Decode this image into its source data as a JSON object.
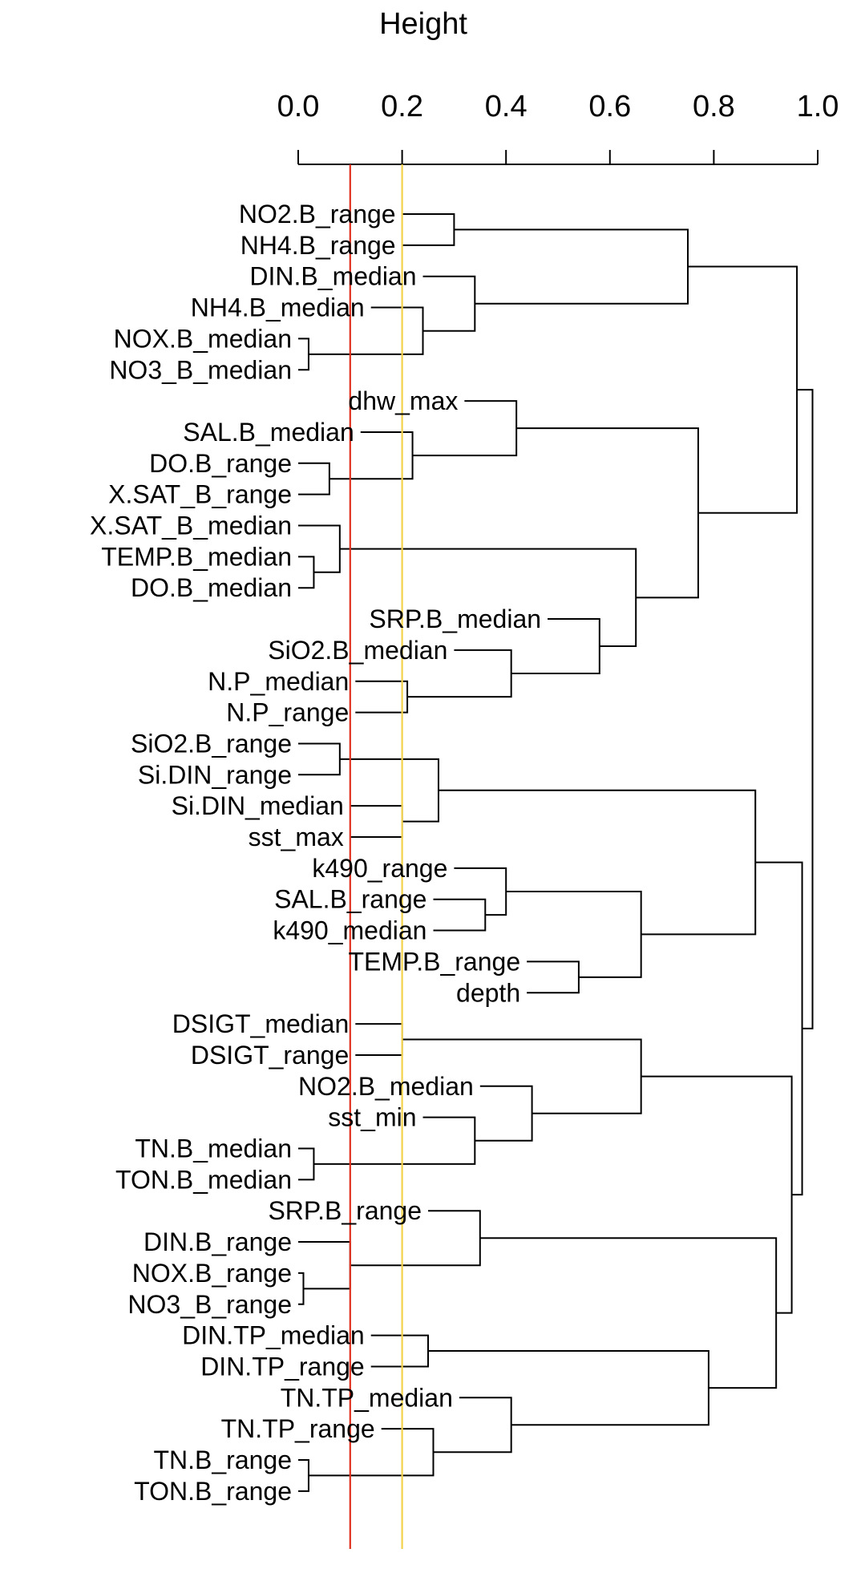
{
  "chart_data": {
    "type": "dendrogram",
    "title": "",
    "axis_label": "Height",
    "axis_position": "top",
    "xlim": [
      0,
      1
    ],
    "ticks": [
      "0.0",
      "0.2",
      "0.4",
      "0.6",
      "0.8",
      "1.0"
    ],
    "grid": false,
    "leaves": [
      "NO2.B_range",
      "NH4.B_range",
      "DIN.B_median",
      "NH4.B_median",
      "NOX.B_median",
      "NO3_B_median",
      "dhw_max",
      "SAL.B_median",
      "DO.B_range",
      "X.SAT_B_range",
      "X.SAT_B_median",
      "TEMP.B_median",
      "DO.B_median",
      "SRP.B_median",
      "SiO2.B_median",
      "N.P_median",
      "N.P_range",
      "SiO2.B_range",
      "Si.DIN_range",
      "Si.DIN_median",
      "sst_max",
      "k490_range",
      "SAL.B_range",
      "k490_median",
      "TEMP.B_range",
      "depth",
      "DSIGT_median",
      "DSIGT_range",
      "NO2.B_median",
      "sst_min",
      "TN.B_median",
      "TON.B_median",
      "SRP.B_range",
      "DIN.B_range",
      "NOX.B_range",
      "NO3_B_range",
      "DIN.TP_median",
      "DIN.TP_range",
      "TN.TP_median",
      "TN.TP_range",
      "TN.B_range",
      "TON.B_range"
    ],
    "leaf_start_heights": [
      0.2,
      0.2,
      0.24,
      0.14,
      0.0,
      0.0,
      0.32,
      0.12,
      0.0,
      0.0,
      0.0,
      0.0,
      0.0,
      0.48,
      0.3,
      0.11,
      0.11,
      0.0,
      0.0,
      0.1,
      0.1,
      0.3,
      0.26,
      0.26,
      0.44,
      0.44,
      0.11,
      0.11,
      0.35,
      0.24,
      0.0,
      0.0,
      0.25,
      0.0,
      0.0,
      0.0,
      0.14,
      0.14,
      0.31,
      0.16,
      0.0,
      0.0
    ],
    "merges": [
      {
        "left": "NOX.B_median",
        "right": "NO3_B_median",
        "height": 0.02
      },
      {
        "left": "NH4.B_median",
        "right": "m1",
        "height": 0.24
      },
      {
        "left": "DIN.B_median",
        "right": "m2",
        "height": 0.34
      },
      {
        "left": "NO2.B_range",
        "right": "NH4.B_range",
        "height": 0.3
      },
      {
        "left": "m4",
        "right": "m3",
        "height": 0.75
      },
      {
        "left": "DO.B_range",
        "right": "X.SAT_B_range",
        "height": 0.06
      },
      {
        "left": "SAL.B_median",
        "right": "m6",
        "height": 0.22
      },
      {
        "left": "dhw_max",
        "right": "m7",
        "height": 0.42
      },
      {
        "left": "TEMP.B_median",
        "right": "DO.B_median",
        "height": 0.03
      },
      {
        "left": "X.SAT_B_median",
        "right": "m9",
        "height": 0.08
      },
      {
        "left": "N.P_median",
        "right": "N.P_range",
        "height": 0.21
      },
      {
        "left": "SiO2.B_median",
        "right": "m11",
        "height": 0.41
      },
      {
        "left": "SRP.B_median",
        "right": "m12",
        "height": 0.58
      },
      {
        "left": "m10",
        "right": "m13",
        "height": 0.65
      },
      {
        "left": "m8",
        "right": "m14",
        "height": 0.77
      },
      {
        "left": "m5",
        "right": "m15",
        "height": 0.96
      },
      {
        "left": "SiO2.B_range",
        "right": "Si.DIN_range",
        "height": 0.08
      },
      {
        "left": "Si.DIN_median",
        "right": "sst_max",
        "height": 0.2
      },
      {
        "left": "m17",
        "right": "m18",
        "height": 0.27
      },
      {
        "left": "SAL.B_range",
        "right": "k490_median",
        "height": 0.36
      },
      {
        "left": "k490_range",
        "right": "m20",
        "height": 0.4
      },
      {
        "left": "TEMP.B_range",
        "right": "depth",
        "height": 0.54
      },
      {
        "left": "m21",
        "right": "m22",
        "height": 0.66
      },
      {
        "left": "m19",
        "right": "m23",
        "height": 0.88
      },
      {
        "left": "DSIGT_median",
        "right": "DSIGT_range",
        "height": 0.2
      },
      {
        "left": "TN.B_median",
        "right": "TON.B_median",
        "height": 0.03
      },
      {
        "left": "sst_min",
        "right": "m26",
        "height": 0.34
      },
      {
        "left": "NO2.B_median",
        "right": "m27",
        "height": 0.45
      },
      {
        "left": "m25",
        "right": "m28",
        "height": 0.66
      },
      {
        "left": "NOX.B_range",
        "right": "NO3_B_range",
        "height": 0.01
      },
      {
        "left": "DIN.B_range",
        "right": "m30",
        "height": 0.1
      },
      {
        "left": "SRP.B_range",
        "right": "m31",
        "height": 0.35
      },
      {
        "left": "DIN.TP_median",
        "right": "DIN.TP_range",
        "height": 0.25
      },
      {
        "left": "TN.B_range",
        "right": "TON.B_range",
        "height": 0.02
      },
      {
        "left": "TN.TP_range",
        "right": "m34",
        "height": 0.26
      },
      {
        "left": "TN.TP_median",
        "right": "m35",
        "height": 0.41
      },
      {
        "left": "m33",
        "right": "m36",
        "height": 0.79
      },
      {
        "left": "m32",
        "right": "m37",
        "height": 0.92
      },
      {
        "left": "m29",
        "right": "m38",
        "height": 0.95
      },
      {
        "left": "m24",
        "right": "m39",
        "height": 0.97
      },
      {
        "left": "m16",
        "right": "m40",
        "height": 0.99
      }
    ],
    "reference_lines": [
      {
        "x": 0.1,
        "color": "#e0301e"
      },
      {
        "x": 0.2,
        "color": "#f2d24b"
      }
    ]
  }
}
